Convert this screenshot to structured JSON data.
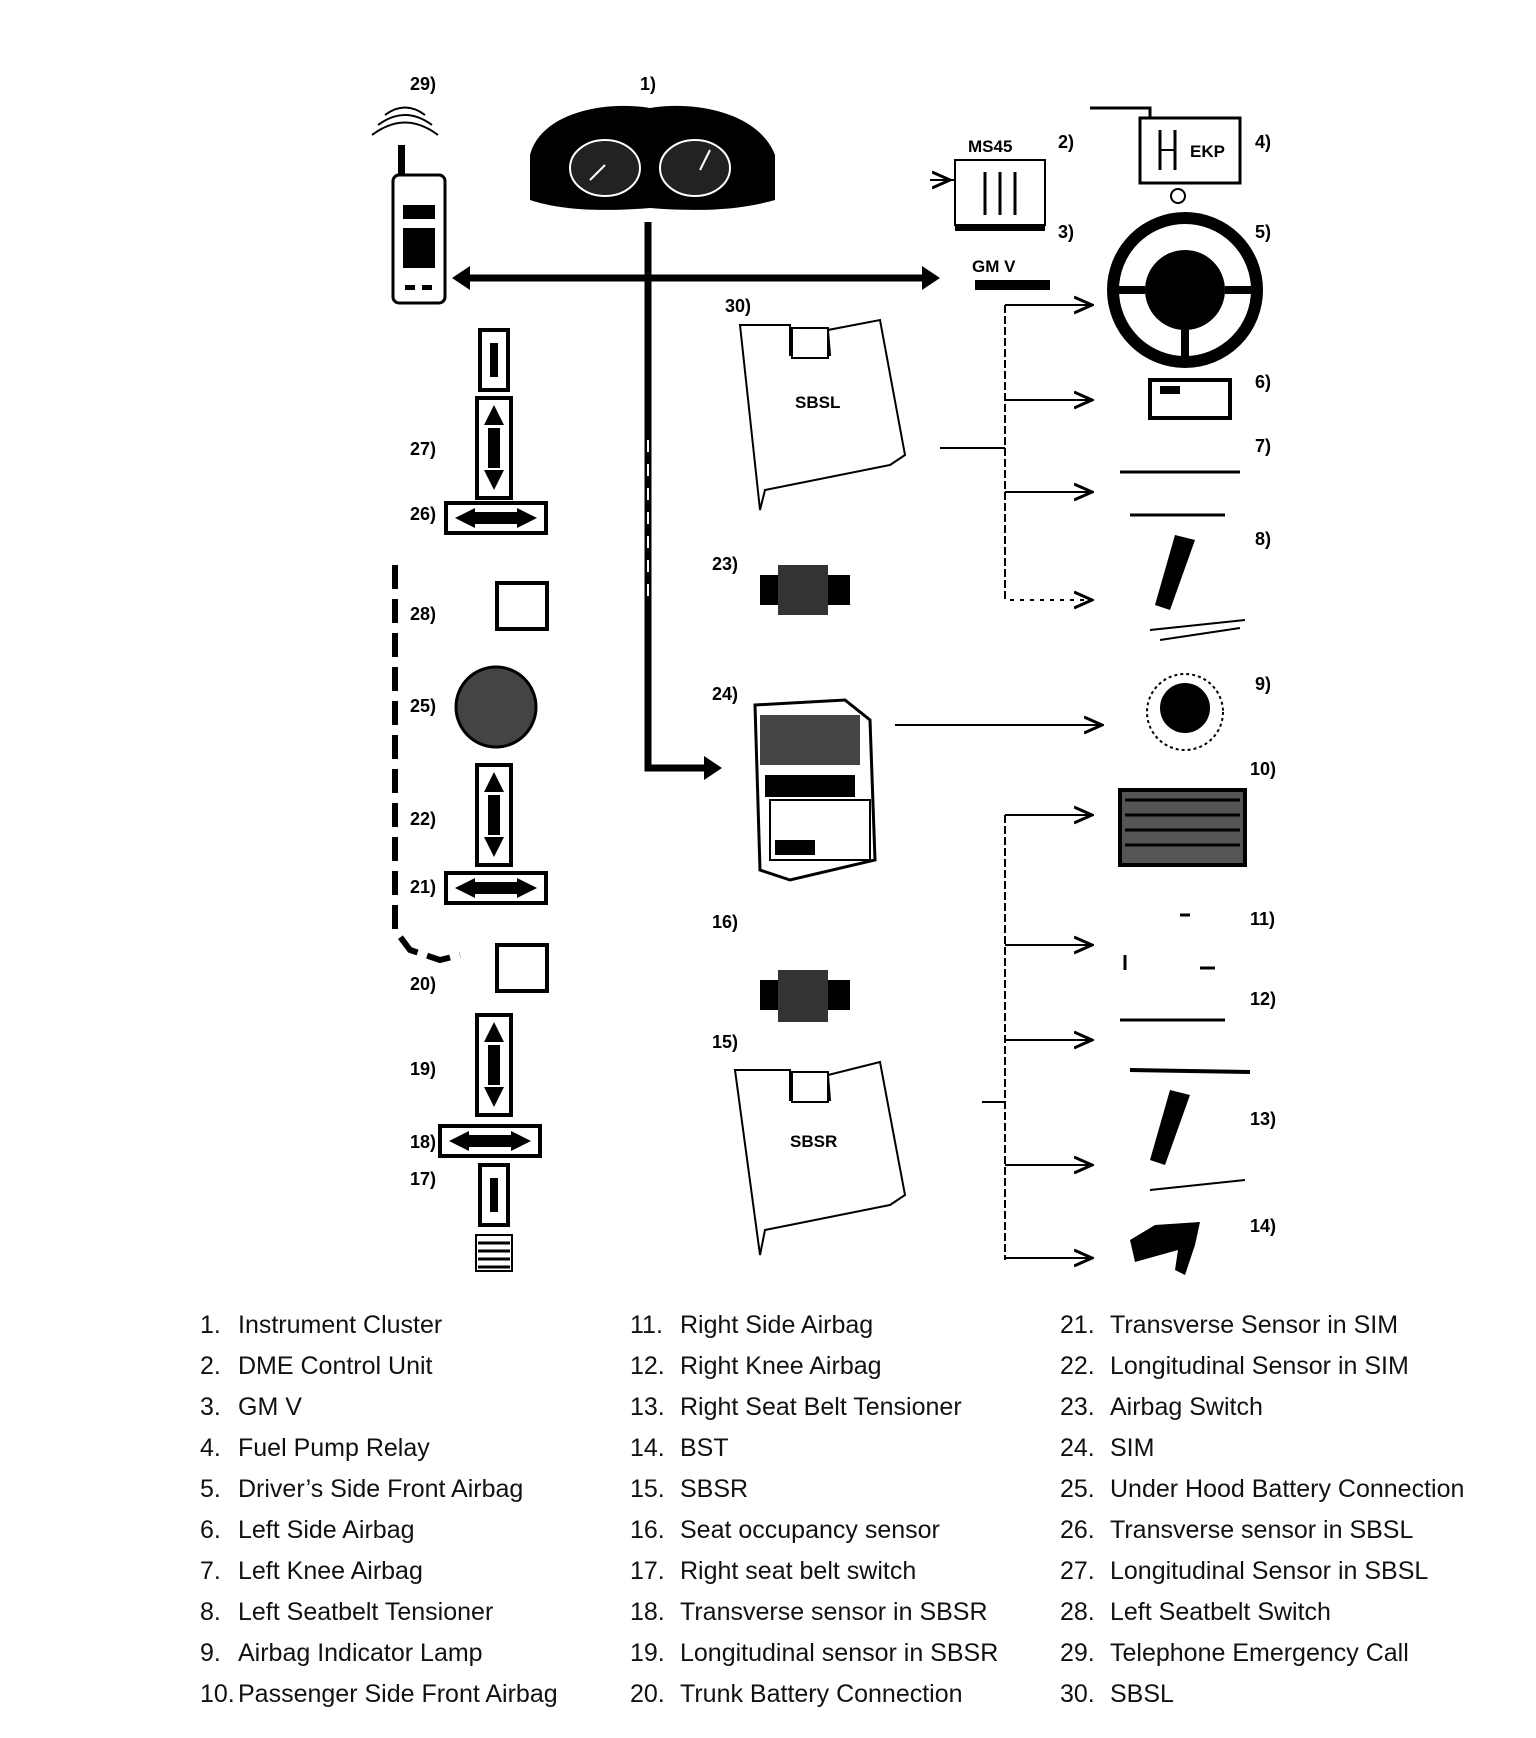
{
  "diagram": {
    "callouts": [
      "1)",
      "2)",
      "3)",
      "4)",
      "5)",
      "6)",
      "7)",
      "8)",
      "9)",
      "10)",
      "11)",
      "12)",
      "13)",
      "14)",
      "15)",
      "16)",
      "17)",
      "18)",
      "19)",
      "20)",
      "21)",
      "22)",
      "23)",
      "24)",
      "25)",
      "26)",
      "27)",
      "28)",
      "29)",
      "30)"
    ],
    "ms45_label": "MS45",
    "ekp_label": "EKP",
    "gmv_label": "GM V",
    "sbsl_label": "SBSL",
    "sbsr_label": "SBSR"
  },
  "legend": {
    "columns": [
      [
        {
          "num": "1.",
          "label": "Instrument Cluster"
        },
        {
          "num": "2.",
          "label": "DME Control Unit"
        },
        {
          "num": "3.",
          "label": "GM V"
        },
        {
          "num": "4.",
          "label": "Fuel Pump Relay"
        },
        {
          "num": "5.",
          "label": "Driver’s Side Front Airbag"
        },
        {
          "num": "6.",
          "label": "Left Side Airbag"
        },
        {
          "num": "7.",
          "label": "Left Knee Airbag"
        },
        {
          "num": "8.",
          "label": "Left Seatbelt Tensioner"
        },
        {
          "num": "9.",
          "label": "Airbag Indicator Lamp"
        },
        {
          "num": "10.",
          "label": "Passenger Side Front Airbag"
        }
      ],
      [
        {
          "num": "11.",
          "label": "Right Side Airbag"
        },
        {
          "num": "12.",
          "label": "Right Knee Airbag"
        },
        {
          "num": "13.",
          "label": "Right Seat Belt Tensioner"
        },
        {
          "num": "14.",
          "label": "BST"
        },
        {
          "num": "15.",
          "label": "SBSR"
        },
        {
          "num": "16.",
          "label": "Seat occupancy sensor"
        },
        {
          "num": "17.",
          "label": "Right seat belt switch"
        },
        {
          "num": "18.",
          "label": "Transverse sensor in SBSR"
        },
        {
          "num": "19.",
          "label": "Longitudinal sensor in SBSR"
        },
        {
          "num": "20.",
          "label": "Trunk Battery Connection"
        }
      ],
      [
        {
          "num": "21.",
          "label": "Transverse Sensor in SIM"
        },
        {
          "num": "22.",
          "label": "Longitudinal Sensor in SIM"
        },
        {
          "num": "23.",
          "label": "Airbag Switch"
        },
        {
          "num": "24.",
          "label": "SIM"
        },
        {
          "num": "25.",
          "label": "Under Hood Battery Connection"
        },
        {
          "num": "26.",
          "label": "Transverse sensor in SBSL"
        },
        {
          "num": "27.",
          "label": "Longitudinal Sensor in SBSL"
        },
        {
          "num": "28.",
          "label": "Left Seatbelt Switch"
        },
        {
          "num": "29.",
          "label": "Telephone Emergency Call"
        },
        {
          "num": "30.",
          "label": "SBSL"
        }
      ]
    ]
  }
}
